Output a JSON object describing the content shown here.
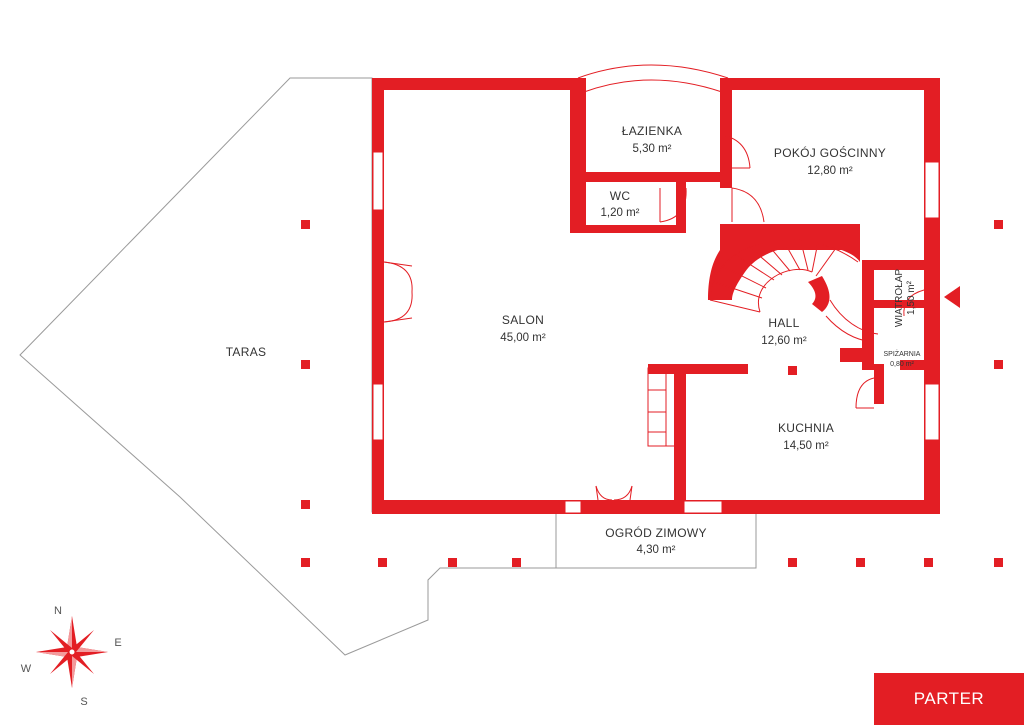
{
  "rooms": {
    "lazienka": {
      "name": "ŁAZIENKA",
      "area": "5,30 m²"
    },
    "pokoj": {
      "name": "POKÓJ GOŚCINNY",
      "area": "12,80 m²"
    },
    "wc": {
      "name": "WC",
      "area": "1,20 m²"
    },
    "salon": {
      "name": "SALON",
      "area": "45,00 m²"
    },
    "hall": {
      "name": "HALL",
      "area": "12,60 m²"
    },
    "wiatrolap": {
      "name": "WIATROŁAP",
      "area": "1,50 m²"
    },
    "spizarnia": {
      "name": "SPIŻARNIA",
      "area": "0,80 m²"
    },
    "kuchnia": {
      "name": "KUCHNIA",
      "area": "14,50 m²"
    },
    "ogrod": {
      "name": "OGRÓD ZIMOWY",
      "area": "4,30 m²"
    },
    "taras": {
      "name": "TARAS"
    }
  },
  "compass": {
    "n": "N",
    "e": "E",
    "s": "S",
    "w": "W"
  },
  "floor_label": "PARTER",
  "colors": {
    "wall": "#e31e24",
    "text": "#333333",
    "outline": "#9a9a9a"
  }
}
